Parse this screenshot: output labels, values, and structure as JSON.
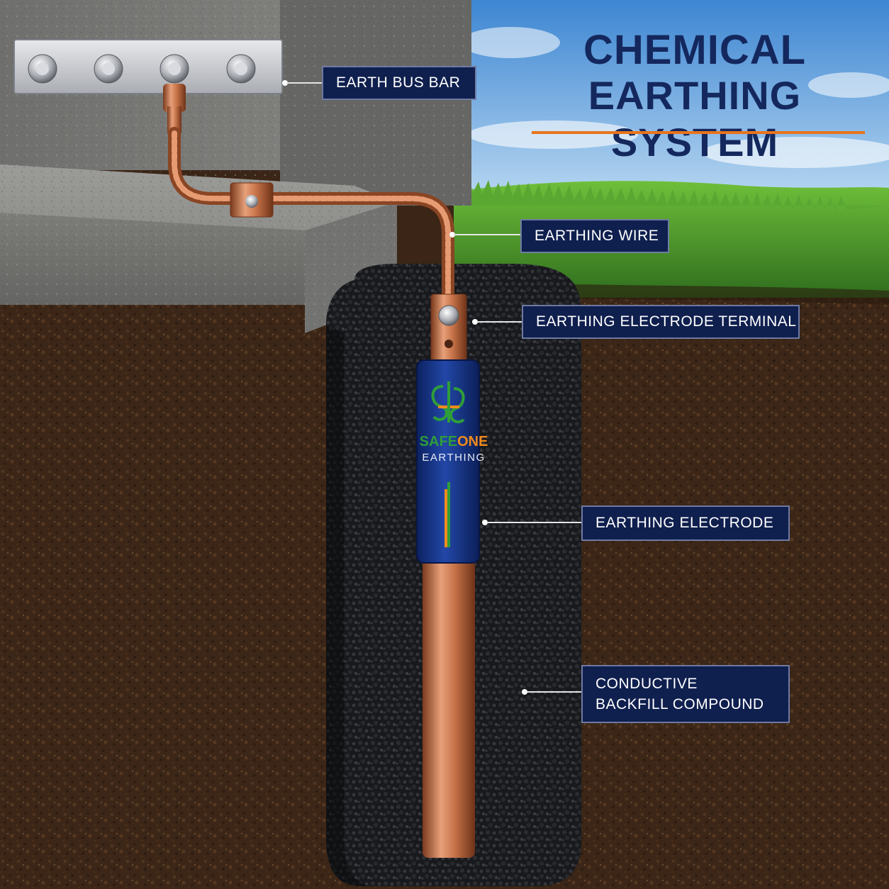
{
  "title": {
    "line1": "CHEMICAL",
    "line2": "EARTHING SYSTEM"
  },
  "labels": {
    "bus_bar": "EARTH BUS BAR",
    "wire": "EARTHING WIRE",
    "terminal": "EARTHING ELECTRODE TERMINAL",
    "electrode": "EARTHING ELECTRODE",
    "backfill_line1": "CONDUCTIVE",
    "backfill_line2": "BACKFILL COMPOUND"
  },
  "brand": {
    "part1": "SAFE",
    "part2": "ONE",
    "subtitle": "EARTHING"
  },
  "colors": {
    "title": "#14285e",
    "accent": "#e8741c",
    "label_bg": "#0f1f4e",
    "copper": "#c8744a",
    "sleeve": "#1b3a8f",
    "soil": "#3a2516",
    "backfill": "#1c1e22",
    "concrete": "#8c8c8a",
    "grass": "#3f8a2a",
    "sky": "#6fa8dc"
  },
  "icons": [
    "safeone-logo-icon",
    "bolt-icon"
  ]
}
